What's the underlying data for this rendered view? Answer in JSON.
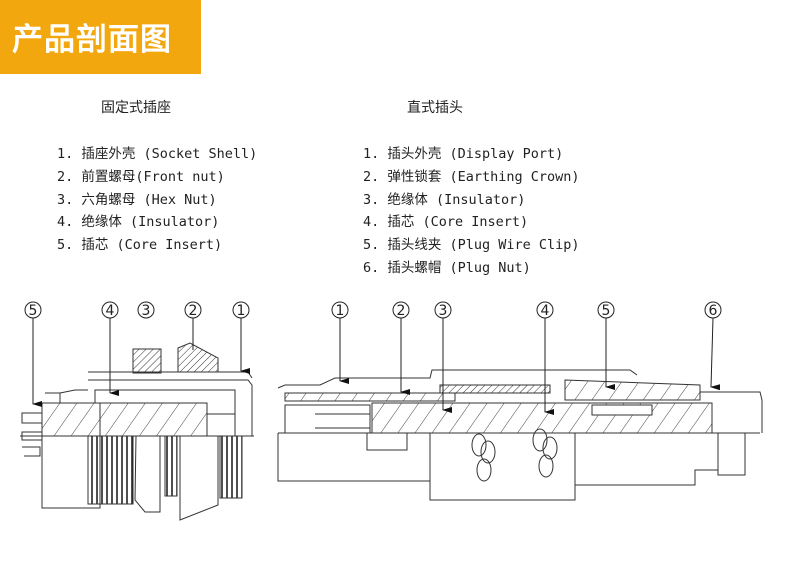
{
  "banner": {
    "title": "产品剖面图",
    "color": "#f2a70e"
  },
  "socket": {
    "title": "固定式插座",
    "parts": [
      "1. 插座外壳 (Socket Shell)",
      "2. 前置螺母(Front nut)",
      "3. 六角螺母 (Hex Nut)",
      "4. 绝缘体 (Insulator)",
      "5. 插芯 (Core Insert)"
    ],
    "callouts": [
      "5",
      "4",
      "3",
      "2",
      "1"
    ]
  },
  "plug": {
    "title": "直式插头",
    "parts": [
      "1. 插头外壳 (Display Port)",
      "2. 弹性锁套 (Earthing Crown)",
      "3. 绝缘体 (Insulator)",
      "4. 插芯 (Core Insert)",
      "5. 插头线夹 (Plug Wire Clip)",
      "6. 插头螺帽 (Plug Nut)"
    ],
    "callouts": [
      "1",
      "2",
      "3",
      "4",
      "5",
      "6"
    ]
  }
}
